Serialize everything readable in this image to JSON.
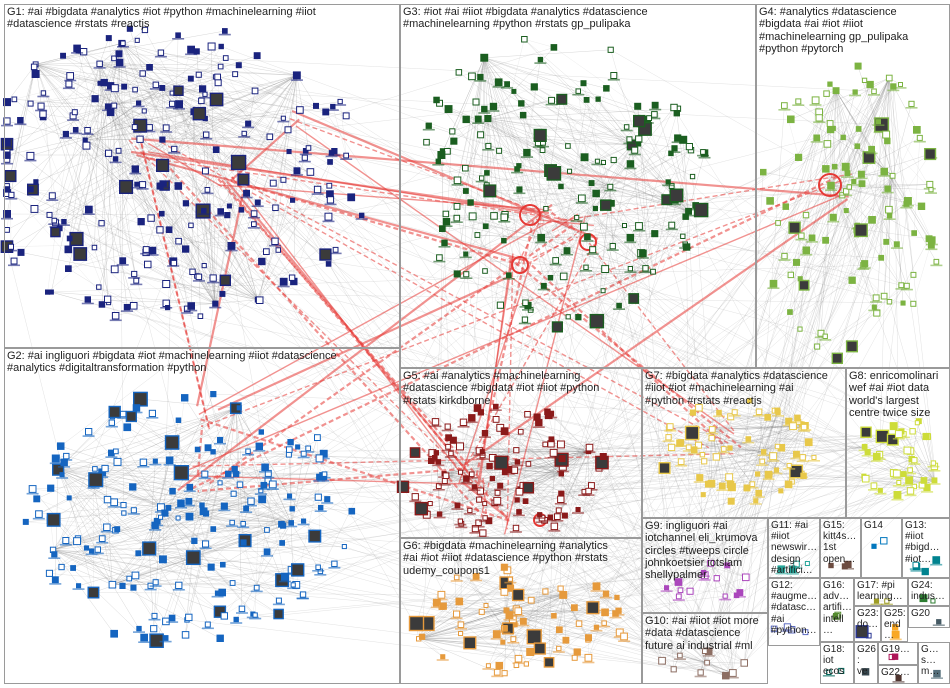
{
  "groups": [
    {
      "id": "G1",
      "label": "G1: #ai #bigdata #analytics #iot #python #machinelearning #iiot\n#datascience #rstats #reactjs",
      "color": "#1a237e"
    },
    {
      "id": "G2",
      "label": "G2: #ai ingliguori #bigdata #iot #machinelearning #iiot #datascience\n#analytics #digitaltransformation #python",
      "color": "#1565c0"
    },
    {
      "id": "G3",
      "label": "G3: #iot #ai #iiot #bigdata #analytics #datascience\n#machinelearning #python #rstats gp_pulipaka",
      "color": "#1b5e20"
    },
    {
      "id": "G4",
      "label": "G4: #analytics #datascience\n#bigdata #ai #iot #iiot\n#machinelearning gp_pulipaka\n#python #pytorch",
      "color": "#7cb342"
    },
    {
      "id": "G5",
      "label": "G5: #ai #analytics #machinelearning\n#datascience #bigdata #iot #iiot #python\n#rstats kirkdborne",
      "color": "#8b1a1a"
    },
    {
      "id": "G6",
      "label": "G6: #bigdata #machinelearning #analytics\n#ai #iot #iiot #datascience #python #rstats\nudemy_coupons1",
      "color": "#e69a3c"
    },
    {
      "id": "G7",
      "label": "G7: #bigdata #analytics #datascience\n#iiot #iot #machinelearning #ai\n#python #rstats #reactjs",
      "color": "#e8c84a"
    },
    {
      "id": "G8",
      "label": "G8: enricomolinari\nwef #ai #iot data\nworld's largest\ncentre twice size",
      "color": "#cddc39"
    },
    {
      "id": "G9",
      "label": "G9: ingliguori #ai\niotchannel eli_krumova\ncircles #tweeps circle\njohnkoetsier iotslam\nshellypalmer",
      "color": "#ab47bc"
    },
    {
      "id": "G10",
      "label": "G10: #ai #iiot #iot more\n#data #datascience\nfuture ai industrial #ml",
      "color": "#8d6e63"
    },
    {
      "id": "G11",
      "label": "G11: #ai\n#iiot\nnewswir…\ndesign\n#artifici…\n#python…",
      "color": "#26a69a"
    },
    {
      "id": "G12",
      "label": "G12:\n#augme…\n#datasc…\n#ai\n#python…",
      "color": "#5c6bc0"
    },
    {
      "id": "G13",
      "label": "G13:\n#iiot\n#bigd…\n#iot…",
      "color": "#00838f"
    },
    {
      "id": "G14",
      "label": "G14",
      "color": "#0277bd"
    },
    {
      "id": "G15",
      "label": "G15:\nkitt4s…\n1st\nopen…",
      "color": "#6d4c41"
    },
    {
      "id": "G16",
      "label": "G16:\nadv…\nartifi…\nintell…",
      "color": "#558b2f"
    },
    {
      "id": "G17",
      "label": "G17: #pi\nlearning…",
      "color": "#9e9d24"
    },
    {
      "id": "G18",
      "label": "G18:\niot\necos…",
      "color": "#00695c"
    },
    {
      "id": "G19",
      "label": "G19…",
      "color": "#ad1457"
    },
    {
      "id": "G20",
      "label": "G20",
      "color": "#455a64"
    },
    {
      "id": "G22",
      "label": "G22…",
      "color": "#4e342e"
    },
    {
      "id": "G23",
      "label": "G23:\ndo…",
      "color": "#283593"
    },
    {
      "id": "G24",
      "label": "G24:\nindus…",
      "color": "#2e7d32"
    },
    {
      "id": "G25",
      "label": "G25:\nend…",
      "color": "#f9a825"
    },
    {
      "id": "G26",
      "label": "G26:\nve…",
      "color": "#37474f"
    },
    {
      "id": "G27",
      "label": "G…\ns…\nm…",
      "color": "#546e7a"
    }
  ]
}
